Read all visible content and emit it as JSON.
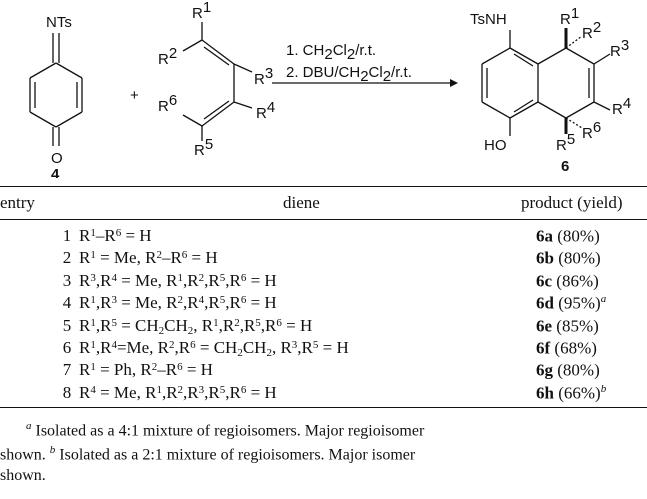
{
  "scheme": {
    "reactant1": {
      "substituent": "NTs",
      "label": "4",
      "oxygen": "O"
    },
    "plus": "+",
    "reactant2": {
      "substituents": [
        "R1",
        "R2",
        "R3",
        "R4",
        "R5",
        "R6"
      ]
    },
    "conditions": [
      "1. CH2Cl2/r.t.",
      "2. DBU/CH2Cl2/r.t."
    ],
    "product": {
      "label": "6",
      "top_group": "TsNH",
      "bottom_group": "HO"
    }
  },
  "table": {
    "headers": {
      "entry": "entry",
      "diene": "diene",
      "product": "product (yield)"
    },
    "rows": [
      {
        "entry": "1",
        "diene": "R1–R6 = H",
        "product": "6a",
        "yield": "(80%)",
        "note": ""
      },
      {
        "entry": "2",
        "diene": "R1 = Me, R2–R6 = H",
        "product": "6b",
        "yield": "(80%)",
        "note": ""
      },
      {
        "entry": "3",
        "diene": "R3,R4 = Me, R1,R2,R5,R6 = H",
        "product": "6c",
        "yield": "(86%)",
        "note": ""
      },
      {
        "entry": "4",
        "diene": "R1,R3 = Me, R2,R4,R5,R6 = H",
        "product": "6d",
        "yield": "(95%)",
        "note": "a"
      },
      {
        "entry": "5",
        "diene": "R1,R5 = CH2CH2, R1,R2,R5,R6 = H",
        "product": "6e",
        "yield": "(85%)",
        "note": ""
      },
      {
        "entry": "6",
        "diene": "R1,R4=Me, R2,R6 = CH2CH2, R3,R5 = H",
        "product": "6f",
        "yield": "(68%)",
        "note": ""
      },
      {
        "entry": "7",
        "diene": "R1 = Ph, R2–R6 = H",
        "product": "6g",
        "yield": "(80%)",
        "note": ""
      },
      {
        "entry": "8",
        "diene": "R4 = Me, R1,R2,R3,R5,R6 = H",
        "product": "6h",
        "yield": "(66%)",
        "note": "b"
      }
    ]
  },
  "footnotes": [
    {
      "mark": "a",
      "text": " Isolated as a 4:1 mixture of regioisomers. Major regioisomer"
    },
    {
      "mark": "",
      "text": "shown. "
    },
    {
      "mark": "b",
      "text": " Isolated as a 2:1 mixture of regioisomers. Major isomer"
    },
    {
      "mark": "",
      "text": "shown."
    }
  ]
}
